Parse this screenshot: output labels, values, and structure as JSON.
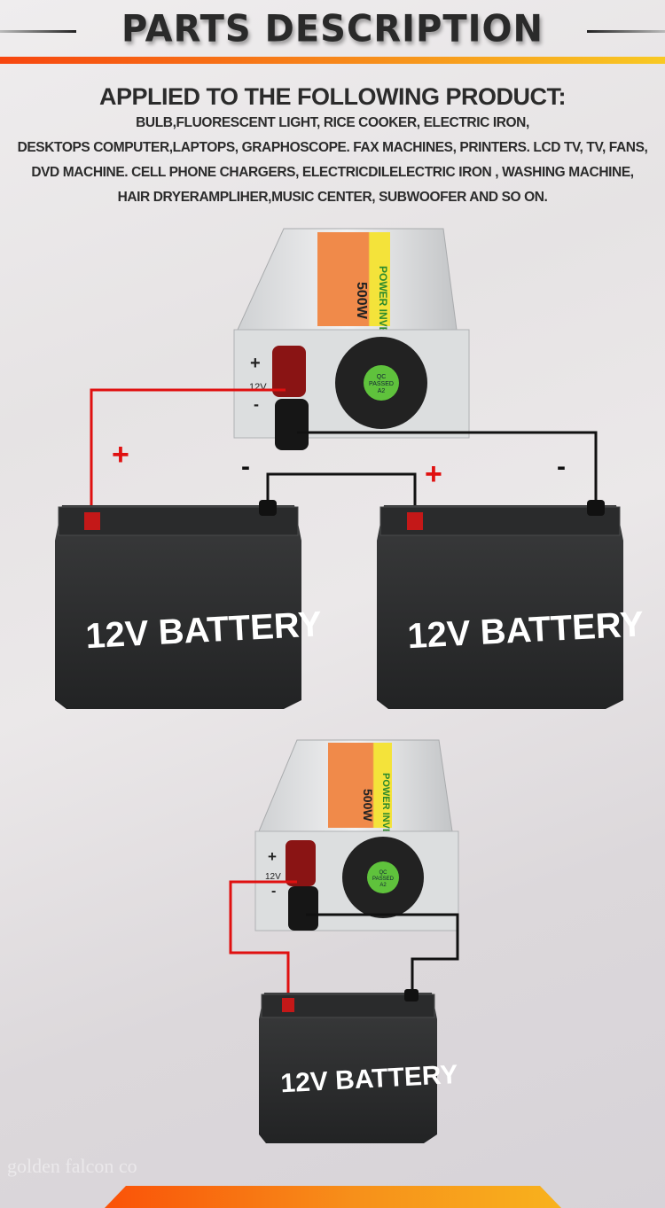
{
  "header": {
    "title": "PARTS DESCRIPTION"
  },
  "applied": {
    "heading": "APPLIED TO THE FOLLOWING PRODUCT:",
    "lines": [
      "BULB,FLUORESCENT LIGHT, RICE COOKER, ELECTRIC IRON,",
      "DESKTOPS COMPUTER,LAPTOPS, GRAPHOSCOPE. FAX MACHINES, PRINTERS. LCD TV, TV, FANS,",
      "DVD MACHINE. CELL PHONE CHARGERS, ELECTRICDILELECTRIC IRON ,  WASHING MACHINE,",
      "HAIR DRYERAMPLIHER,MUSIC CENTER, SUBWOOFER AND SO ON."
    ]
  },
  "inverter": {
    "label": "POWER INVERTER",
    "power": "500W",
    "qc": [
      "QC",
      "PASSED",
      "A2"
    ],
    "plus": "+",
    "voltage": "12V",
    "minus": "-"
  },
  "diagram_series": {
    "battery_label": "12V BATTERY",
    "plus": "+",
    "minus": "-"
  },
  "diagram_single": {
    "battery_label": "12V BATTERY"
  },
  "watermark": "golden falcon co",
  "colors": {
    "accent_start": "#f7460f",
    "accent_end": "#f8c923",
    "wire_positive": "#e01010",
    "wire_negative": "#111111"
  }
}
